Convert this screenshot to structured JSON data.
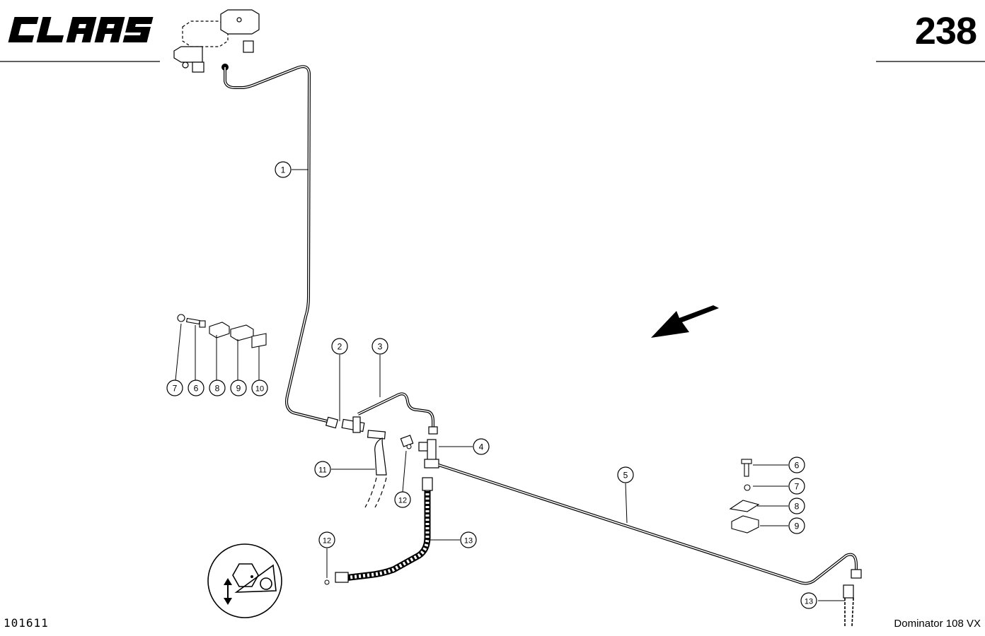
{
  "header": {
    "brand_logo": "CLAAS",
    "page_number": "238"
  },
  "footer": {
    "doc_number": "101611",
    "model": "Dominator 108 VX"
  },
  "callouts": [
    {
      "id": "c1",
      "label": "1"
    },
    {
      "id": "c2",
      "label": "2"
    },
    {
      "id": "c3",
      "label": "3"
    },
    {
      "id": "c4",
      "label": "4"
    },
    {
      "id": "c5",
      "label": "5"
    },
    {
      "id": "c7a",
      "label": "7"
    },
    {
      "id": "c6a",
      "label": "6"
    },
    {
      "id": "c8a",
      "label": "8"
    },
    {
      "id": "c9a",
      "label": "9"
    },
    {
      "id": "c10",
      "label": "10"
    },
    {
      "id": "c11",
      "label": "11"
    },
    {
      "id": "c12a",
      "label": "12"
    },
    {
      "id": "c12b",
      "label": "12"
    },
    {
      "id": "c13a",
      "label": "13"
    },
    {
      "id": "c13b",
      "label": "13"
    },
    {
      "id": "c6b",
      "label": "6"
    },
    {
      "id": "c7b",
      "label": "7"
    },
    {
      "id": "c8b",
      "label": "8"
    },
    {
      "id": "c9b",
      "label": "9"
    }
  ],
  "icons": {
    "direction": "direction-arrow-icon",
    "adjust": "adjust-hexagon-icon"
  }
}
